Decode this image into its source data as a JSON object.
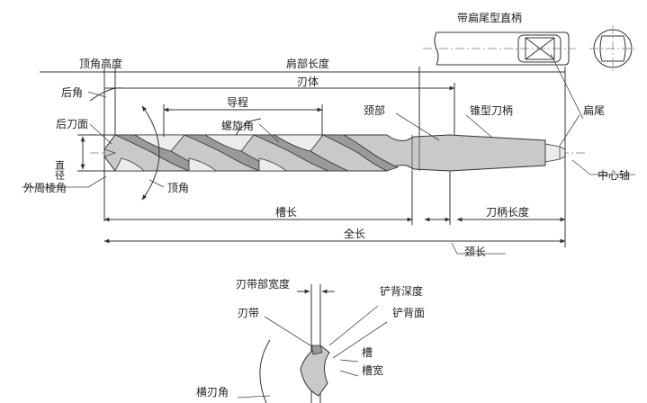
{
  "labels": {
    "flat_tang_shank": "带扁尾型直柄",
    "point_height": "顶角高度",
    "shoulder_length": "肩部长度",
    "body": "刃体",
    "clearance_angle": "后角",
    "lead": "导程",
    "flank": "后刀面",
    "helix_angle": "螺旋角",
    "neck": "颈部",
    "taper_shank": "锥型刀柄",
    "tang": "扁尾",
    "diameter": "直径",
    "outer_corner": "外周棱角",
    "point_angle": "顶角",
    "center_axis": "中心轴",
    "flute_length": "槽长",
    "shank_length": "刀柄长度",
    "overall_length": "全长",
    "neck_length": "颈长",
    "margin_width": "刃带部宽度",
    "margin": "刃带",
    "body_clearance_depth": "铲背深度",
    "body_clearance": "铲背面",
    "flute": "槽",
    "flute_width": "槽宽",
    "chisel_edge_angle": "横刃角"
  }
}
